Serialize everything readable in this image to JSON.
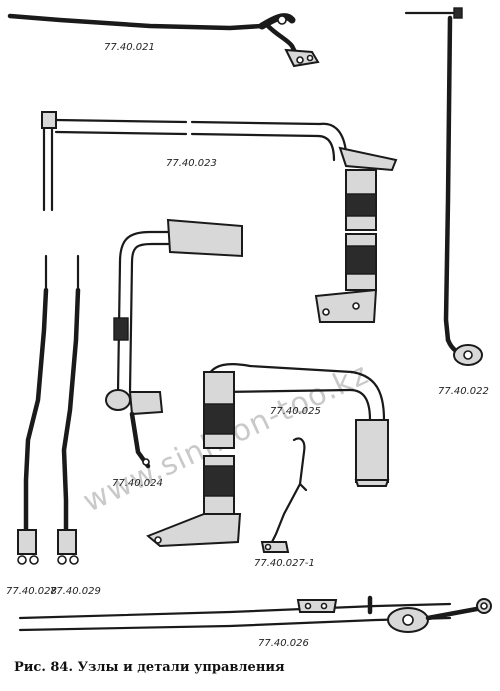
{
  "figure": {
    "caption": "Рис. 84. Узлы и детали управления",
    "watermark": "www.sinhron-too.kz",
    "parts": [
      {
        "id": "p021",
        "label": "77.40.021"
      },
      {
        "id": "p022",
        "label": "77.40.022"
      },
      {
        "id": "p023",
        "label": "77.40.023"
      },
      {
        "id": "p024",
        "label": "77.40.024"
      },
      {
        "id": "p025",
        "label": "77.40.025"
      },
      {
        "id": "p026",
        "label": "77.40.026"
      },
      {
        "id": "p027",
        "label": "77.40.027-1"
      },
      {
        "id": "p028",
        "label": "77.40.028"
      },
      {
        "id": "p029",
        "label": "77.40.029"
      }
    ]
  }
}
